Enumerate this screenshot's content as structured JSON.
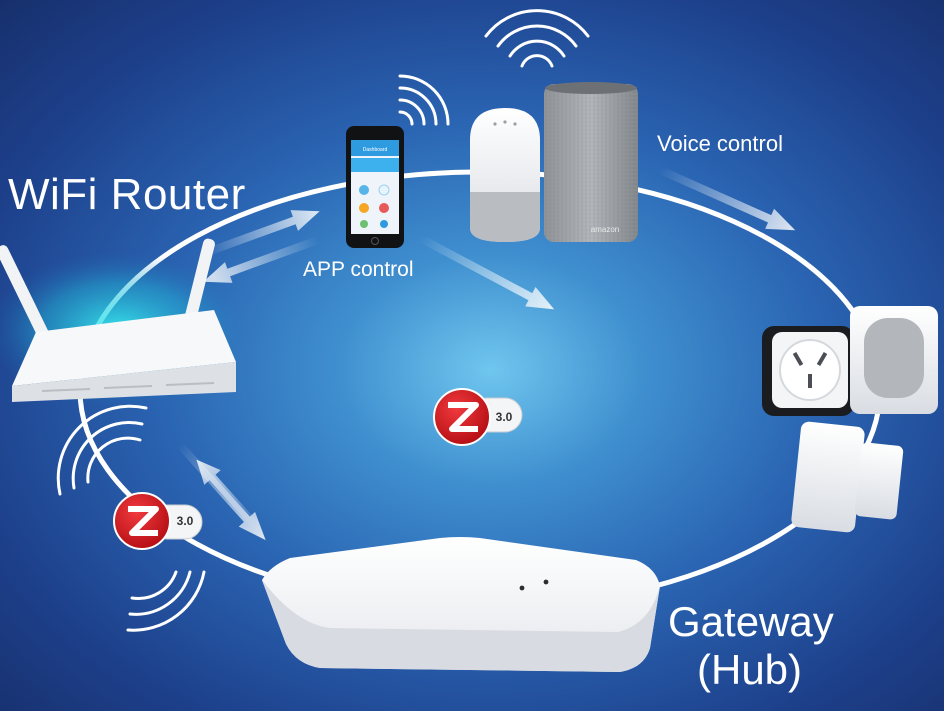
{
  "labels": {
    "wifi_router": "WiFi Router",
    "app_control": "APP control",
    "voice_control": "Voice control",
    "gateway": "Gateway",
    "hub": "(Hub)"
  },
  "badges": [
    {
      "version": "3.0"
    },
    {
      "version": "3.0"
    }
  ],
  "phone_screen_title": "Dashboard",
  "speaker_brand": "amazon",
  "icons": [
    "wifi-router",
    "smartphone",
    "google-home-speaker",
    "amazon-echo-speaker",
    "smart-plug",
    "motion-sensor",
    "door-window-sensor",
    "zigbee-gateway-hub",
    "zigbee-logo",
    "wifi-signal-waves",
    "data-flow-arrows"
  ],
  "colors": {
    "ring": "#ffffff",
    "zigbee_red": "#d7141a",
    "glow": "#29d6e0"
  }
}
